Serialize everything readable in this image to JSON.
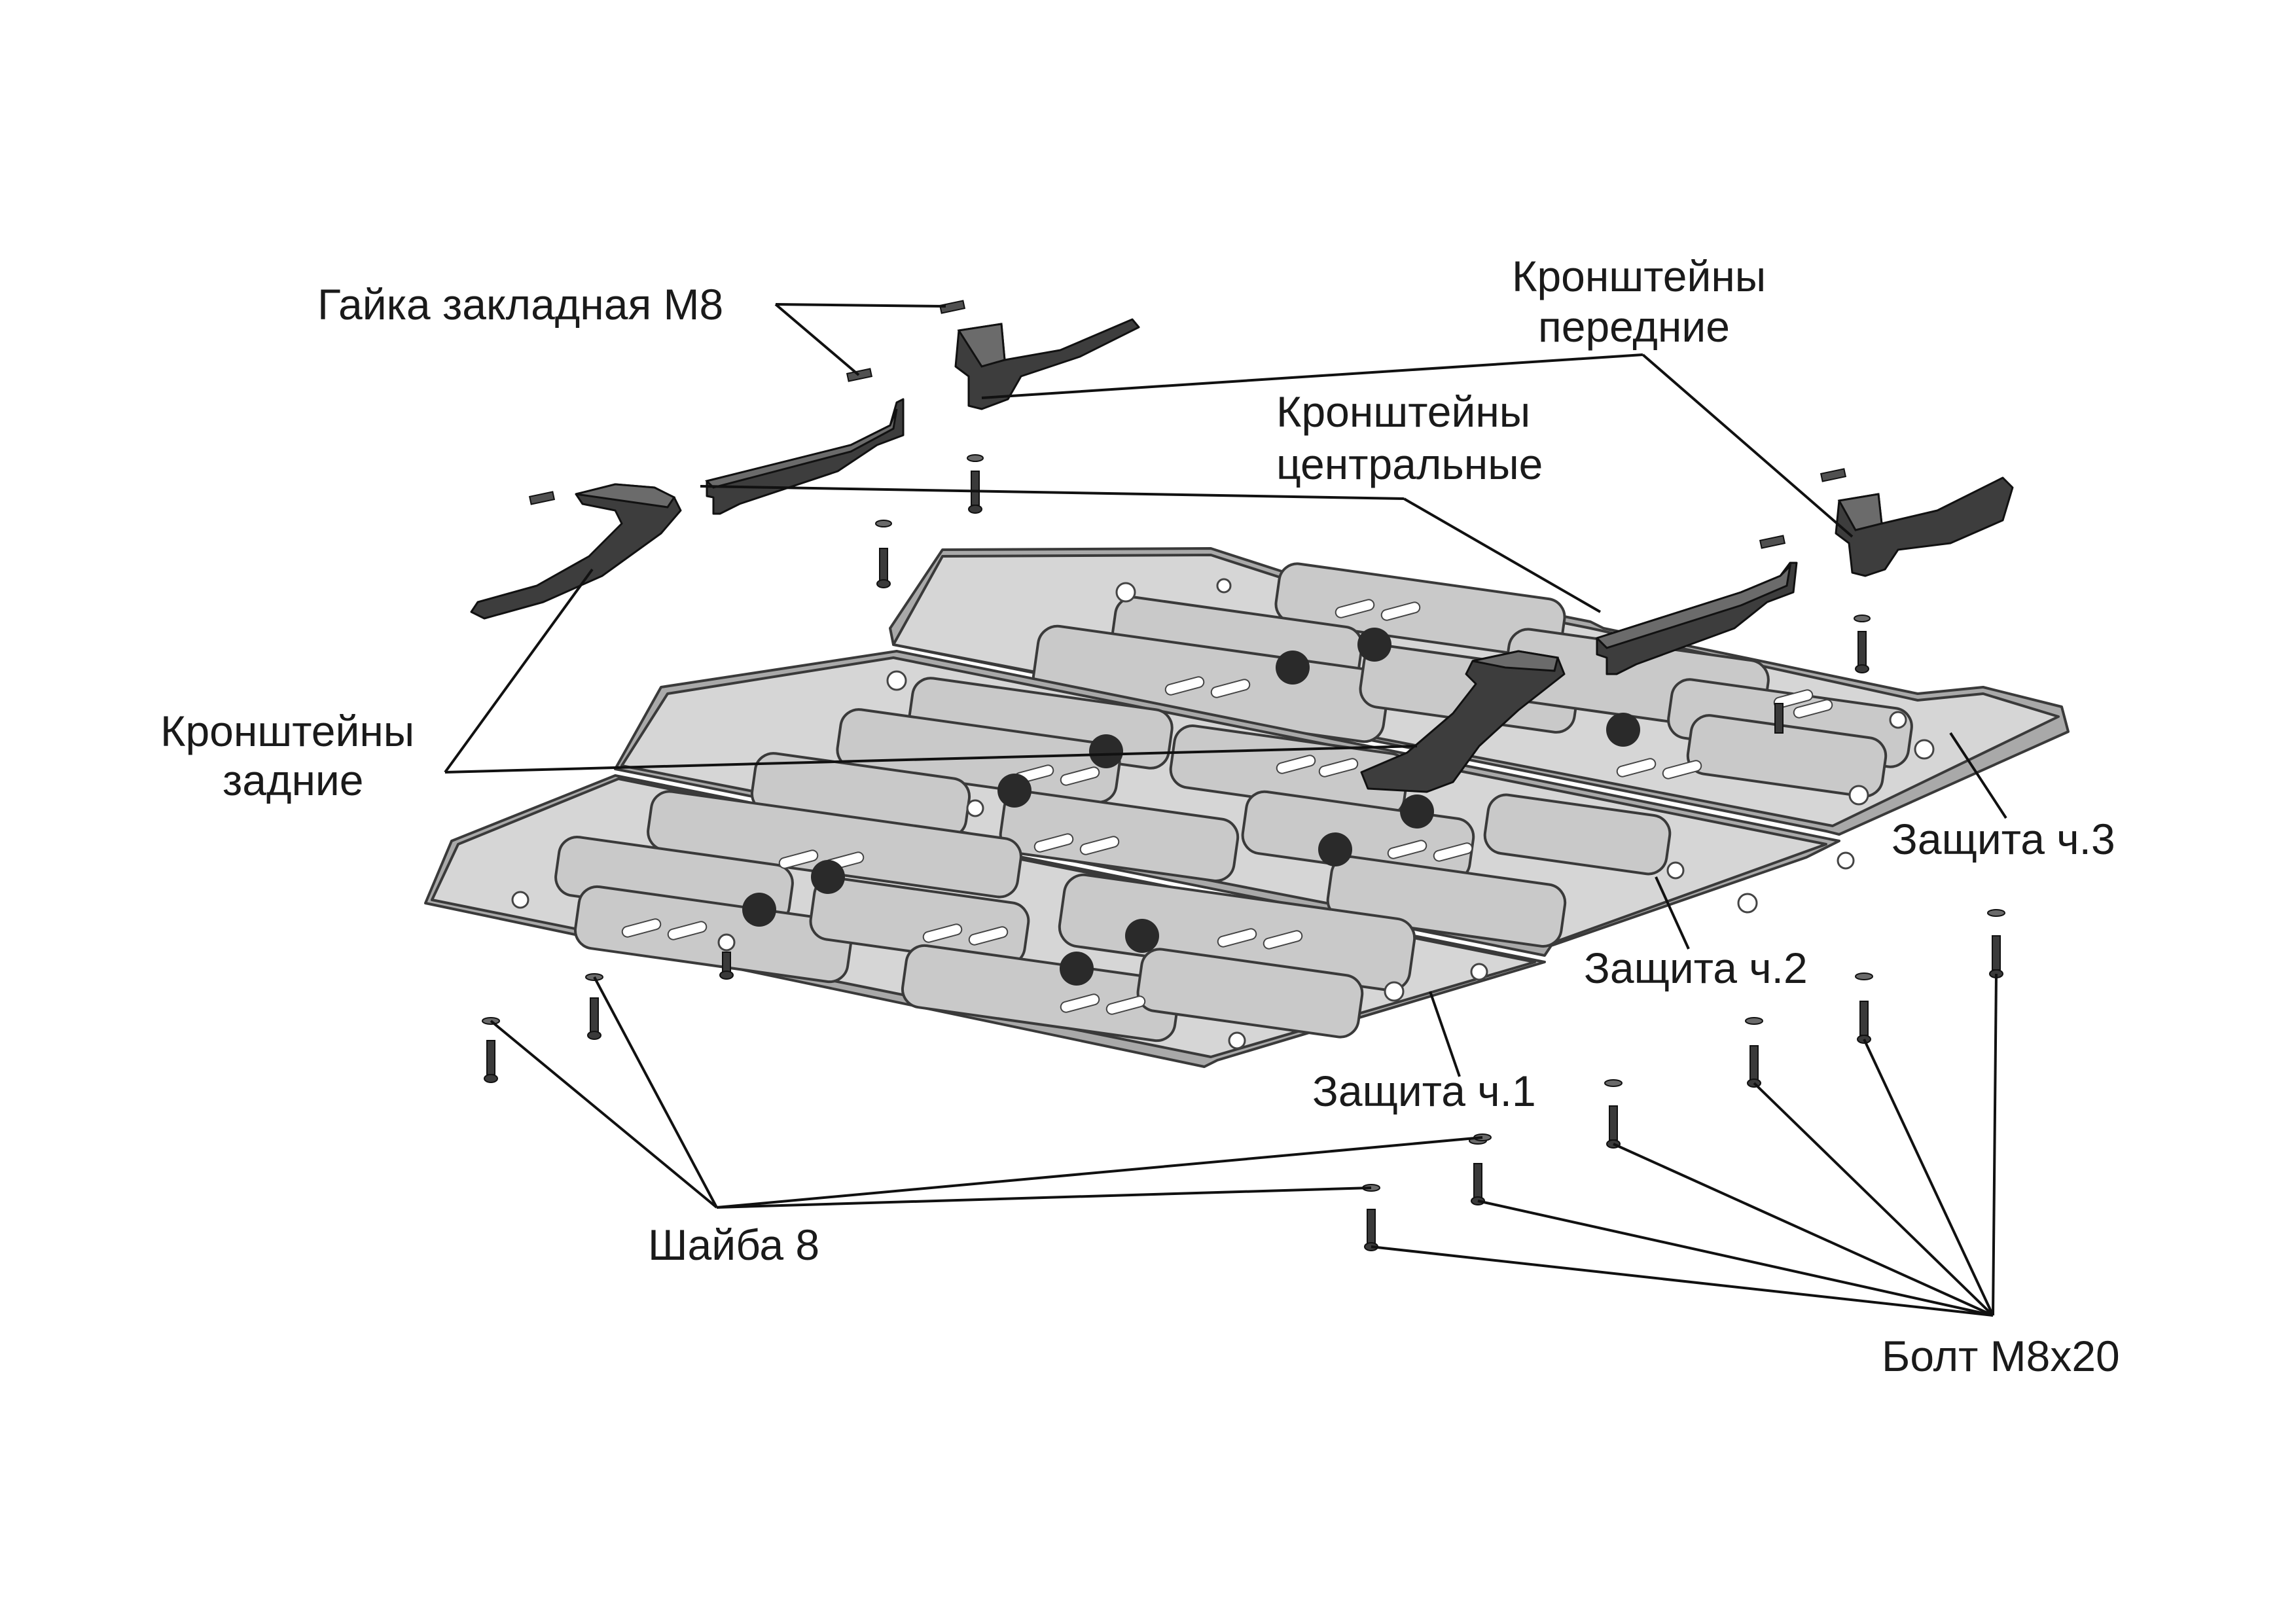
{
  "labels": {
    "nut": "Гайка закладная М8",
    "front_brackets_line1": "Кронштейны",
    "front_brackets_line2": "передние",
    "center_brackets_line1": "Кронштейны",
    "center_brackets_line2": "центральные",
    "rear_brackets_line1": "Кронштейны",
    "rear_brackets_line2": "задние",
    "guard_part3": "Защита ч.3",
    "guard_part2": "Защита ч.2",
    "guard_part1": "Защита ч.1",
    "washer": "Шайба 8",
    "bolt": "Болт М8х20"
  },
  "parts": [
    {
      "id": "nut",
      "name": "nut-icon"
    },
    {
      "id": "front-bracket",
      "name": "front-bracket-icon"
    },
    {
      "id": "center-bracket",
      "name": "center-bracket-icon"
    },
    {
      "id": "rear-bracket",
      "name": "rear-bracket-icon"
    },
    {
      "id": "guard-part-1",
      "name": "guard-plate-icon"
    },
    {
      "id": "guard-part-2",
      "name": "guard-plate-icon"
    },
    {
      "id": "guard-part-3",
      "name": "guard-plate-icon"
    },
    {
      "id": "washer",
      "name": "washer-icon"
    },
    {
      "id": "bolt",
      "name": "bolt-icon"
    }
  ]
}
